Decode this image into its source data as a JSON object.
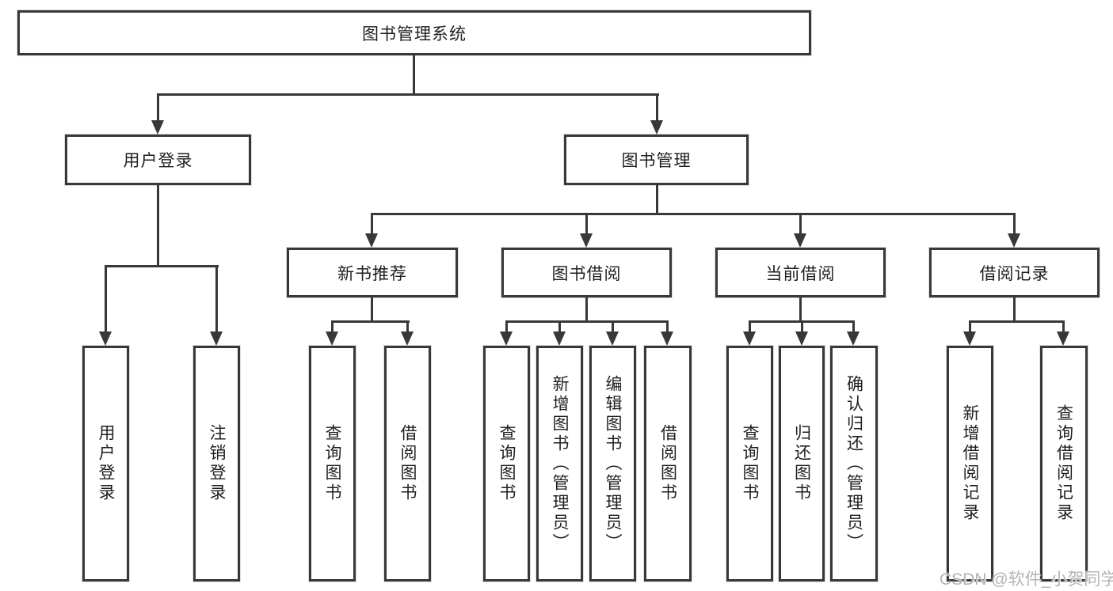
{
  "tree": {
    "root": {
      "label": "图书管理系统"
    },
    "branches": [
      {
        "label": "用户登录",
        "children": [
          {
            "label": "用户登录"
          },
          {
            "label": "注销登录"
          }
        ]
      },
      {
        "label": "图书管理",
        "groups": [
          {
            "label": "新书推荐",
            "children": [
              {
                "label": "查询图书"
              },
              {
                "label": "借阅图书"
              }
            ]
          },
          {
            "label": "图书借阅",
            "children": [
              {
                "label": "查询图书"
              },
              {
                "label": "新增图书（管理员）"
              },
              {
                "label": "编辑图书（管理员）"
              },
              {
                "label": "借阅图书"
              }
            ]
          },
          {
            "label": "当前借阅",
            "children": [
              {
                "label": "查询图书"
              },
              {
                "label": "归还图书"
              },
              {
                "label": "确认归还（管理员）"
              }
            ]
          },
          {
            "label": "借阅记录",
            "children": [
              {
                "label": "新增借阅记录"
              },
              {
                "label": "查询借阅记录"
              }
            ]
          }
        ]
      }
    ]
  },
  "watermark": "CSDN @软件_小贺同学",
  "colors": {
    "line": "#383838",
    "box_background": "#ffffff",
    "text": "#1f1f1f",
    "watermark": "#b4b4b4"
  }
}
